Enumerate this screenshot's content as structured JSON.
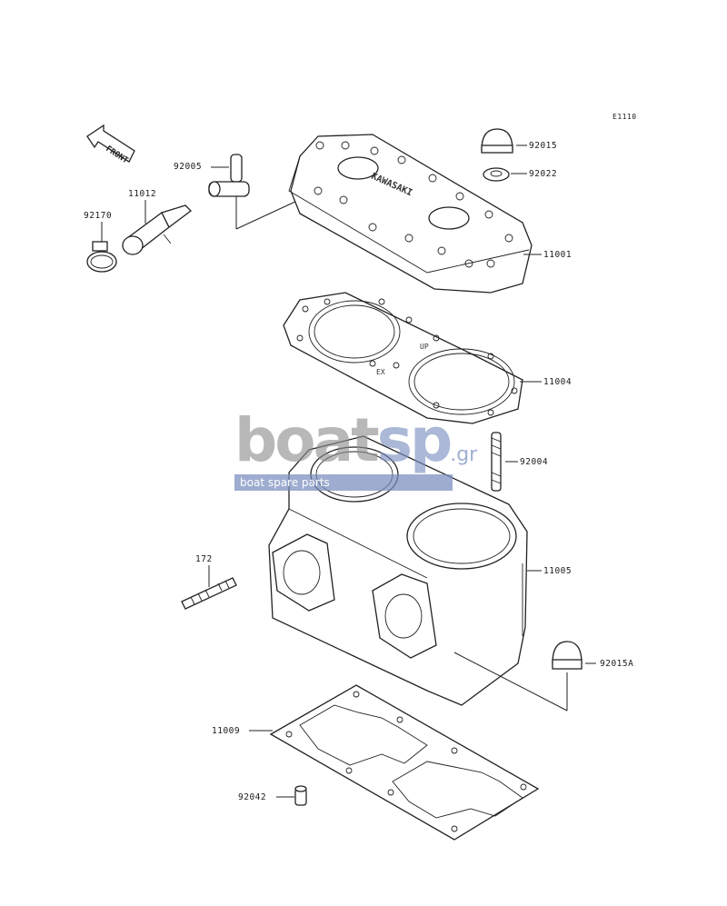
{
  "diagram_code": "E1110",
  "front_label": "FRONT",
  "head_emboss": "KAWASAKI",
  "gasket_marks": {
    "up": "UP",
    "ex": "EX"
  },
  "watermark": {
    "brand_left": "boat",
    "brand_right": "sp",
    "suffix": ".gr",
    "tagline": "boat spare parts"
  },
  "parts": [
    {
      "number": "92015"
    },
    {
      "number": "92022"
    },
    {
      "number": "92005"
    },
    {
      "number": "11012"
    },
    {
      "number": "92170"
    },
    {
      "number": "11001"
    },
    {
      "number": "11004"
    },
    {
      "number": "92004"
    },
    {
      "number": "11005"
    },
    {
      "number": "172"
    },
    {
      "number": "92015A"
    },
    {
      "number": "11009"
    },
    {
      "number": "92042"
    }
  ]
}
